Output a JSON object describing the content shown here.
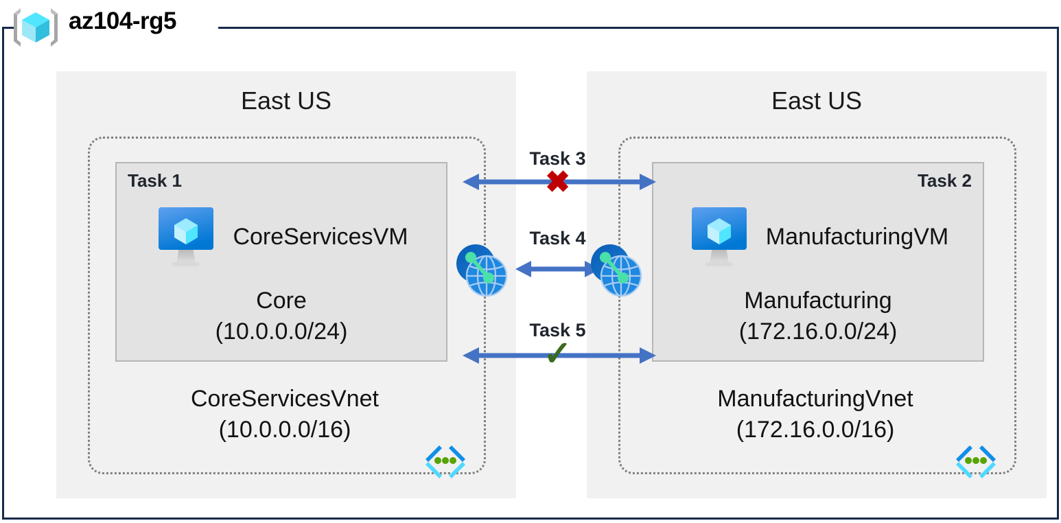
{
  "resource_group": {
    "name": "az104-rg5",
    "icon": "resource-group-cube-icon"
  },
  "regions": [
    {
      "id": "left",
      "label": "East US"
    },
    {
      "id": "right",
      "label": "East US"
    }
  ],
  "vnets": [
    {
      "id": "core",
      "task_tag": "Task 1",
      "vm": {
        "name": "CoreServicesVM",
        "icon": "virtual-machine-icon"
      },
      "subnet": {
        "name": "Core",
        "cidr": "(10.0.0.0/24)"
      },
      "vnet_name": "CoreServicesVnet",
      "vnet_cidr": "(10.0.0.0/16)",
      "vnet_icon": "virtual-network-icon"
    },
    {
      "id": "manufacturing",
      "task_tag": "Task 2",
      "vm": {
        "name": "ManufacturingVM",
        "icon": "virtual-machine-icon"
      },
      "subnet": {
        "name": "Manufacturing",
        "cidr": "(172.16.0.0/24)"
      },
      "vnet_name": "ManufacturingVnet",
      "vnet_cidr": "(172.16.0.0/16)",
      "vnet_icon": "virtual-network-icon"
    }
  ],
  "connectors": [
    {
      "id": "task3",
      "label": "Task 3",
      "status": "blocked",
      "glyph": "✘",
      "glyph_name": "red-x-icon"
    },
    {
      "id": "task4",
      "label": "Task 4",
      "status": "peering",
      "glyph": "",
      "glyph_name": "peering-link"
    },
    {
      "id": "task5",
      "label": "Task 5",
      "status": "allowed",
      "glyph": "✓",
      "glyph_name": "green-check-icon"
    }
  ],
  "peering_icons": [
    {
      "id": "peer-left",
      "name": "vnet-peering-icon"
    },
    {
      "id": "peer-right",
      "name": "vnet-peering-icon"
    }
  ],
  "colors": {
    "frame": "#17294a",
    "region_bg": "#f1f1f1",
    "subnet_bg": "#e3e3e3",
    "subnet_border": "#b6b6b6",
    "vnet_border": "#7f7f7f",
    "arrow": "#4472c4",
    "blocked": "#c00000",
    "allowed": "#3a6b1f",
    "azure_blue": "#0078d4",
    "cube_cyan": "#50e6ff"
  }
}
